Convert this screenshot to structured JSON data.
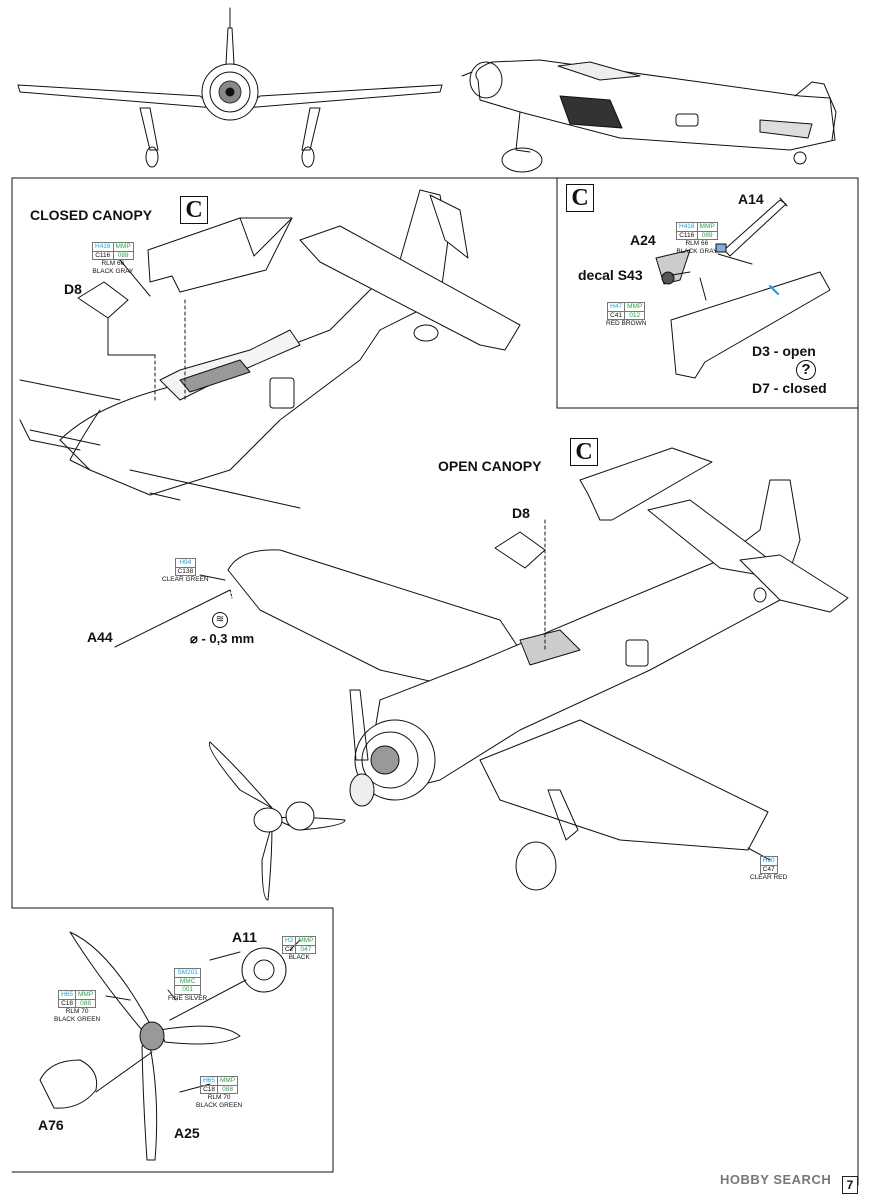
{
  "panel_top": {},
  "closed_canopy": {
    "title": "CLOSED CANOPY",
    "box_letter": "C",
    "part_d8": "D8",
    "paint": {
      "h": "H416",
      "mmp": "MMP",
      "c": "C116",
      "m": "089",
      "name": "RLM 66",
      "color_name": "BLACK GRAY"
    }
  },
  "inset_c": {
    "box_letter": "C",
    "part_a14": "A14",
    "part_a24": "A24",
    "decal": "decal S43",
    "paint1": {
      "h": "H416",
      "mmp": "MMP",
      "c": "C116",
      "m": "089",
      "name": "RLM 66",
      "color_name": "BLACK GRAY"
    },
    "paint2": {
      "h": "H47",
      "mmp": "MMP",
      "c": "C41",
      "m": "012",
      "color_name": "RED BROWN"
    },
    "d3": "D3 - open",
    "question": "?",
    "d7": "D7 - closed"
  },
  "open_canopy": {
    "title": "OPEN CANOPY",
    "box_letter": "C",
    "part_d8": "D8",
    "paint_wing_tip": {
      "h": "H94",
      "c": "C138",
      "color_name": "CLEAR GREEN"
    },
    "part_a44": "A44",
    "drill": "⌀ - 0,3 mm",
    "paint_right_tip": {
      "h": "H90",
      "c": "C47",
      "color_name": "CLEAR RED"
    }
  },
  "prop_inset": {
    "part_a11": "A11",
    "paint_black": {
      "h": "H2",
      "mmp": "MMP",
      "c": "C2",
      "m": "047",
      "color_name": "BLACK"
    },
    "paint_silver": {
      "sm": "SM201",
      "mmc": "MMC",
      "code": "001",
      "color_name": "FINE SILVER"
    },
    "paint_green1": {
      "h": "H65",
      "mmp": "MMP",
      "c": "C18",
      "m": "088",
      "name": "RLM 70",
      "color_name": "BLACK GREEN"
    },
    "paint_green2": {
      "h": "H65",
      "mmp": "MMP",
      "c": "C18",
      "m": "088",
      "name": "RLM 70",
      "color_name": "BLACK GREEN"
    },
    "part_a76": "A76",
    "part_a25": "A25"
  },
  "watermark": {
    "text": "HOBBY SEARCH"
  },
  "page_number": "7",
  "colors": {
    "h_code": "#1aa0d8",
    "mmp_code": "#2aa64a",
    "line": "#111111"
  }
}
